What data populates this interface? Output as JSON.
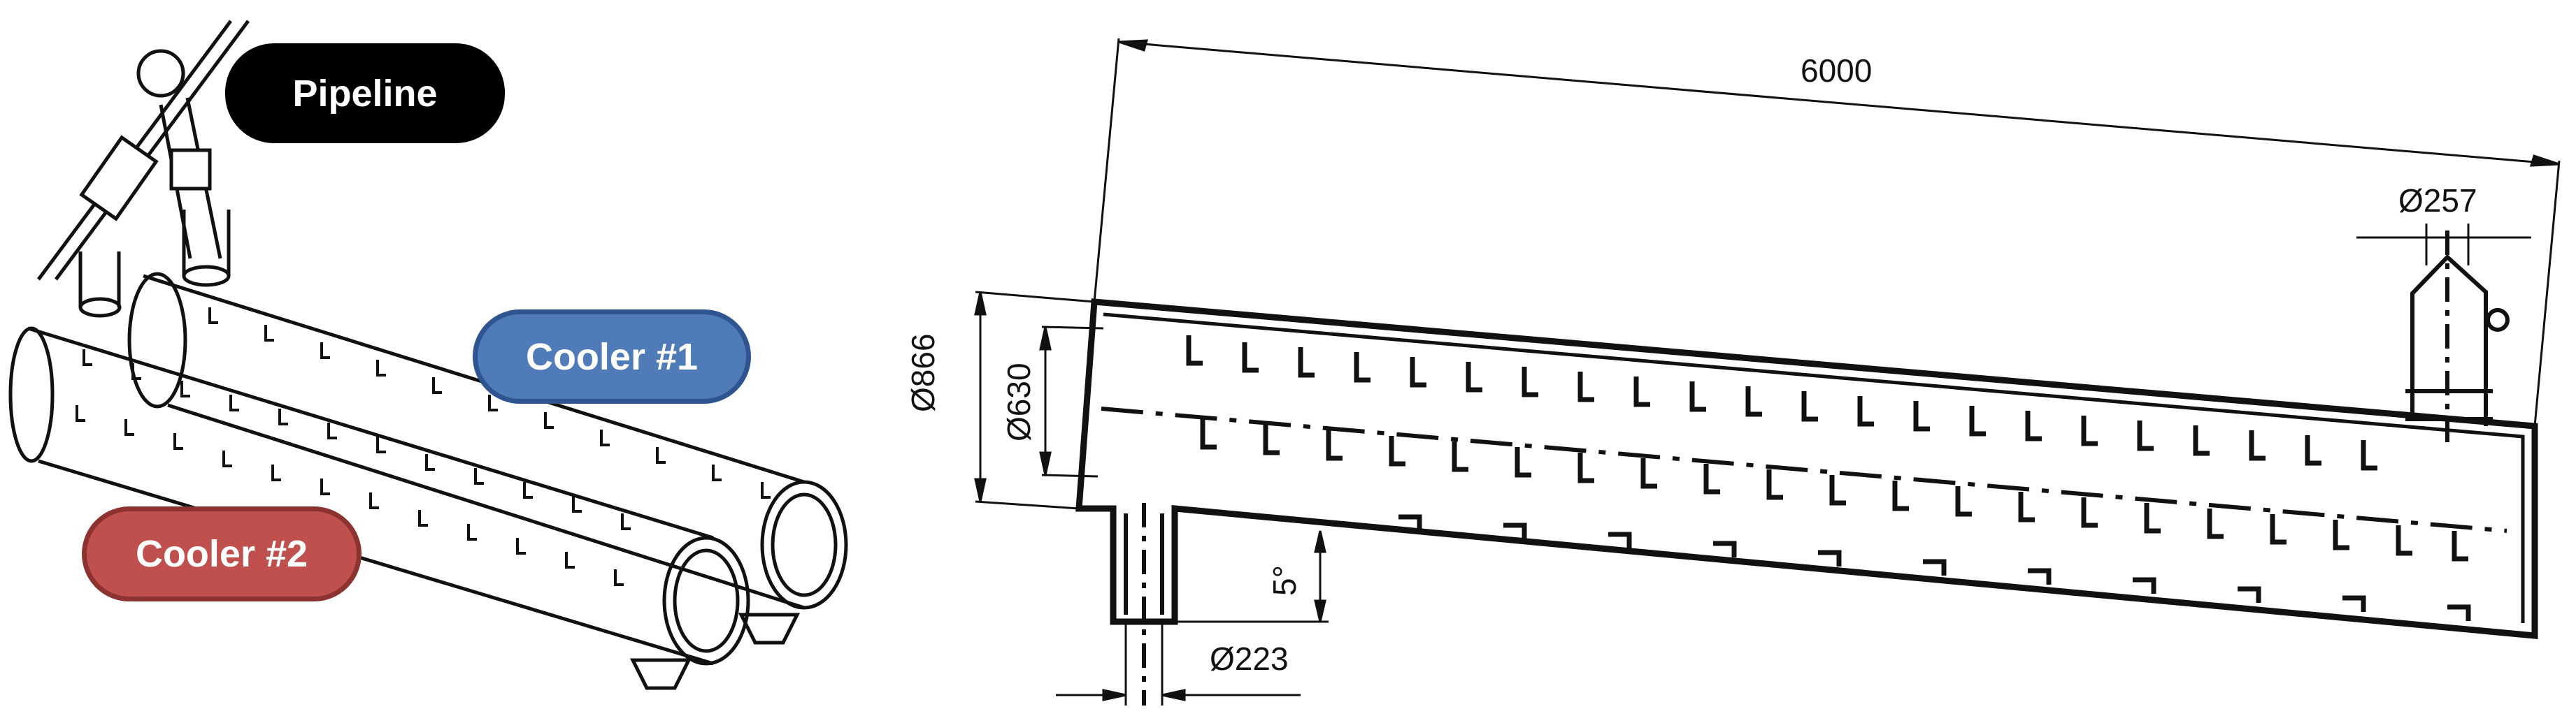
{
  "labels": {
    "pipeline": "Pipeline",
    "cooler1": "Cooler #1",
    "cooler2": "Cooler #2"
  },
  "dimensions": {
    "length": "6000",
    "outlet_diameter": "Ø257",
    "outer_diameter": "Ø866",
    "inner_diameter": "Ø630",
    "angle": "5°",
    "inlet_diameter": "Ø223"
  },
  "colors": {
    "pipeline_badge": "#000000",
    "cooler1_badge": "#4f7bb8",
    "cooler2_badge": "#c0504d",
    "line": "#111111"
  }
}
